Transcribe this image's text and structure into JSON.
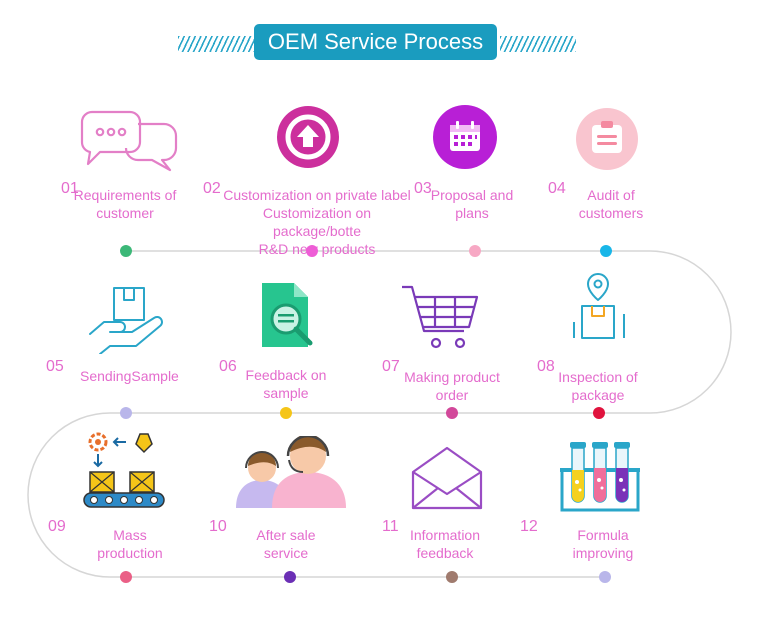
{
  "title": "OEM Service Process",
  "steps": [
    {
      "num": "01",
      "label": [
        "Requirements of",
        "customer"
      ],
      "dot_color": "#3cb878",
      "icon": "chat-bubbles-icon"
    },
    {
      "num": "02",
      "label": [
        "Customization on private label",
        "Customization on package/botte",
        "R&D new products"
      ],
      "dot_color": "#ee5dd6",
      "icon": "upload-circle-icon"
    },
    {
      "num": "03",
      "label": [
        "Proposal and",
        "plans"
      ],
      "dot_color": "#f7a8c4",
      "icon": "calendar-icon"
    },
    {
      "num": "04",
      "label": [
        "Audit of",
        "customers"
      ],
      "dot_color": "#19b6e8",
      "icon": "clipboard-icon"
    },
    {
      "num": "05",
      "label": [
        "SendingSample"
      ],
      "dot_color": "#b9b6ea",
      "icon": "hand-box-icon"
    },
    {
      "num": "06",
      "label": [
        "Feedback on",
        "sample"
      ],
      "dot_color": "#f5c518",
      "icon": "document-search-icon"
    },
    {
      "num": "07",
      "label": [
        "Making product",
        "order"
      ],
      "dot_color": "#d2489a",
      "icon": "shopping-cart-icon"
    },
    {
      "num": "08",
      "label": [
        "Inspection of",
        "package"
      ],
      "dot_color": "#e0133d",
      "icon": "package-location-icon"
    },
    {
      "num": "09",
      "label": [
        "Mass production"
      ],
      "dot_color": "#ea5f86",
      "icon": "conveyor-production-icon"
    },
    {
      "num": "10",
      "label": [
        "After sale service"
      ],
      "dot_color": "#6b2fb5",
      "icon": "headset-agents-icon"
    },
    {
      "num": "11",
      "label": [
        "Information",
        "feedback"
      ],
      "dot_color": "#a07b6e",
      "icon": "envelope-icon"
    },
    {
      "num": "12",
      "label": [
        "Formula improving"
      ],
      "dot_color": "#b9b6ea",
      "icon": "test-tubes-icon"
    }
  ]
}
